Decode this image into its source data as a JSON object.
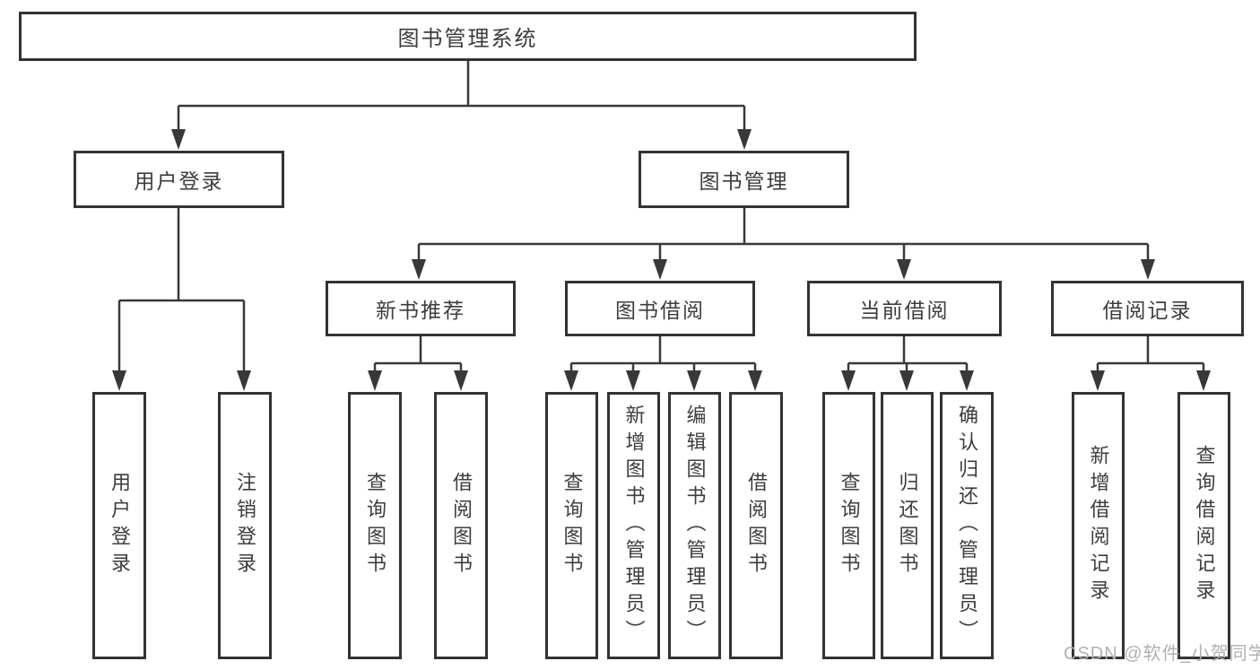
{
  "diagram": {
    "nodes": {
      "root": "图书管理系统",
      "user_login": "用户登录",
      "book_mgmt": "图书管理",
      "new_books": "新书推荐",
      "book_borrow": "图书借阅",
      "current_borrow": "当前借阅",
      "borrow_records": "借阅记录",
      "ul_user_login": "用户登录",
      "ul_logout": "注销登录",
      "nb_query_books": "查询图书",
      "nb_borrow_books": "借阅图书",
      "bb_query_books": "查询图书",
      "bb_add_books": "新增图书（管理员）",
      "bb_edit_books": "编辑图书（管理员）",
      "bb_borrow_books": "借阅图书",
      "cb_query_books": "查询图书",
      "cb_return_books": "归还图书",
      "cb_confirm_return": "确认归还（管理员）",
      "br_add_record": "新增借阅记录",
      "br_query_record": "查询借阅记录"
    },
    "colors": {
      "line": "#383838",
      "text": "#3d3d3d",
      "watermark": "#b0b0b0",
      "background": "#ffffff"
    },
    "watermark": "CSDN @软件_小贺同学"
  }
}
